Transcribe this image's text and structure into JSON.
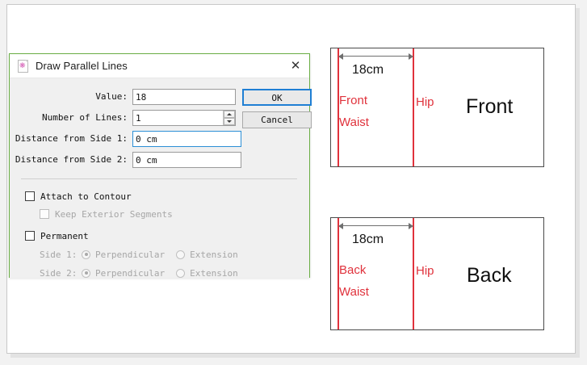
{
  "dialog": {
    "title": "Draw Parallel Lines",
    "icon": "document-pink-icon",
    "close_label": "✕",
    "fields": [
      {
        "label": "Value:",
        "value": "18"
      },
      {
        "label": "Number of Lines:",
        "value": "1"
      },
      {
        "label": "Distance from Side 1:",
        "value": "0 cm"
      },
      {
        "label": "Distance from Side 2:",
        "value": "0 cm"
      }
    ],
    "buttons": {
      "ok": "OK",
      "cancel": "Cancel"
    },
    "checkboxes": [
      {
        "label": "Attach to Contour",
        "checked": false,
        "enabled": true
      },
      {
        "label": "Keep Exterior Segments",
        "checked": false,
        "enabled": false
      },
      {
        "label": "Permanent",
        "checked": false,
        "enabled": true
      }
    ],
    "radio_groups": [
      {
        "side_label": "Side 1:",
        "options": [
          {
            "label": "Perpendicular",
            "selected": true
          },
          {
            "label": "Extension",
            "selected": false
          }
        ]
      },
      {
        "side_label": "Side 2:",
        "options": [
          {
            "label": "Perpendicular",
            "selected": true
          },
          {
            "label": "Extension",
            "selected": false
          }
        ]
      }
    ],
    "colors": {
      "border": "#6aae45",
      "focus": "#2c8fd6",
      "primary_button_border": "#1f7fd4"
    }
  },
  "patterns": [
    {
      "name": "front-pattern",
      "dimension": "18cm",
      "labels": {
        "line1": "Front",
        "line2": "Waist",
        "guide": "Hip",
        "piece": "Front"
      },
      "color": "#e0323c"
    },
    {
      "name": "back-pattern",
      "dimension": "18cm",
      "labels": {
        "line1": "Back",
        "line2": "Waist",
        "guide": "Hip",
        "piece": "Back"
      },
      "color": "#e0323c"
    }
  ]
}
